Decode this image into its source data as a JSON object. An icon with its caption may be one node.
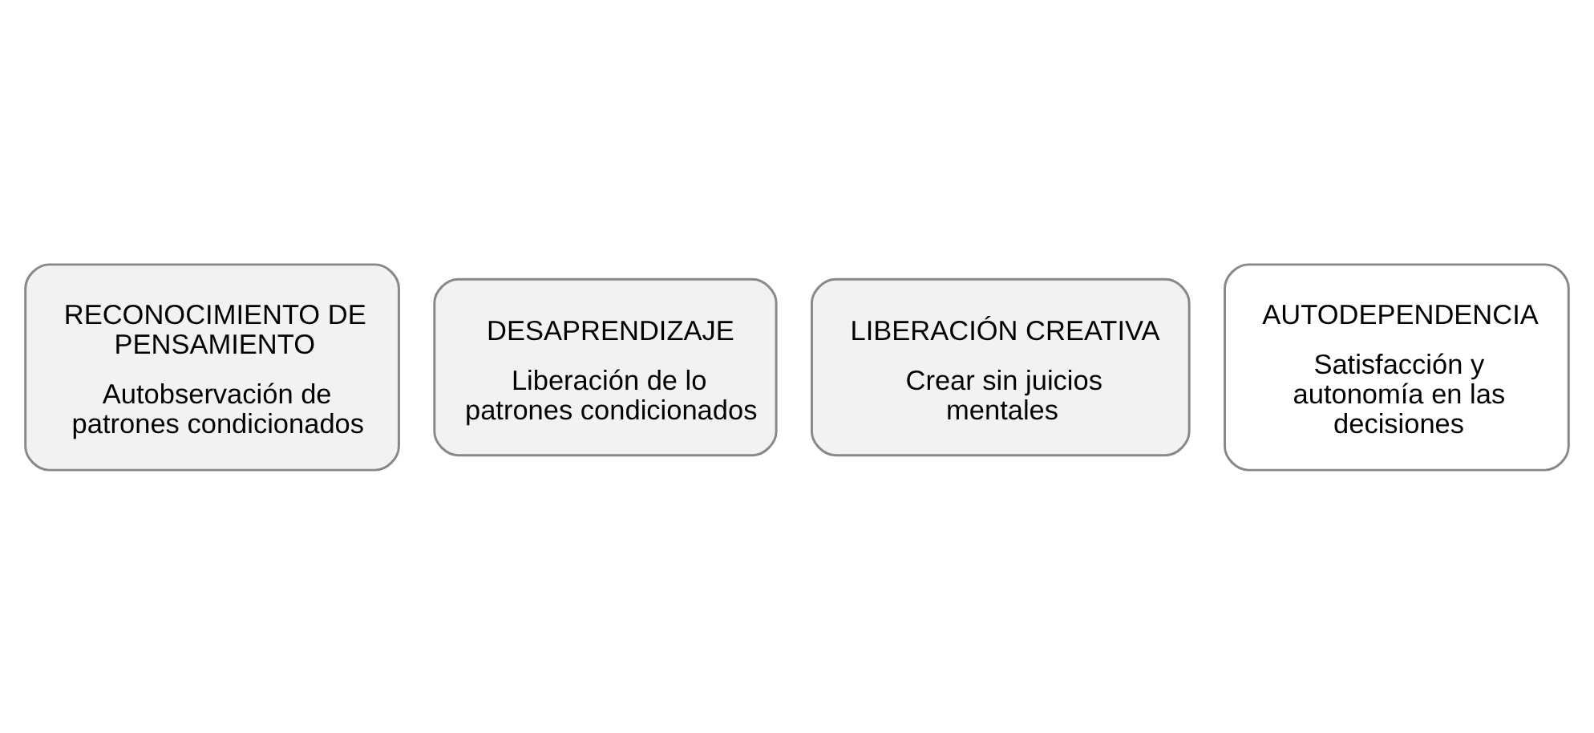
{
  "diagram": {
    "nodes": [
      {
        "text": [
          "RECONOCIMIENTO DE PENSAMIENTO",
          "Autobservación de patrones condicionados"
        ]
      },
      {
        "text": [
          "DESAPRENDIZAJE",
          "Liberación de lo patrones condicionados"
        ]
      },
      {
        "text": [
          "LIBERACIÓN CREATIVA",
          "Crear sin juicios mentales"
        ]
      },
      {
        "text": [
          "AUTODEPENDENCIA",
          "Satisfacción y autonomía en las decisiones"
        ]
      }
    ]
  }
}
